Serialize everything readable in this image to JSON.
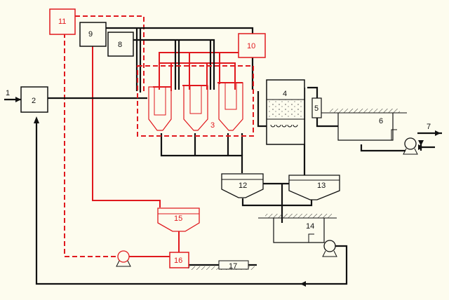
{
  "colors": {
    "background": "#fdfcee",
    "black_line": "#111111",
    "red_line": "#e0191e",
    "ground_hatch": "#333333"
  },
  "labels": {
    "n1": "1",
    "n2": "2",
    "n3": "3",
    "n4": "4",
    "n5": "5",
    "n6": "6",
    "n7": "7",
    "n8": "8",
    "n9": "9",
    "n10": "10",
    "n11": "11",
    "n12": "12",
    "n13": "13",
    "n14": "14",
    "n15": "15",
    "n16": "16",
    "n17": "17"
  },
  "icons": {
    "pump": "pump-icon",
    "valve": "valve-icon",
    "flow_arrow": "arrow-icon",
    "ground": "ground-hatch-icon"
  }
}
